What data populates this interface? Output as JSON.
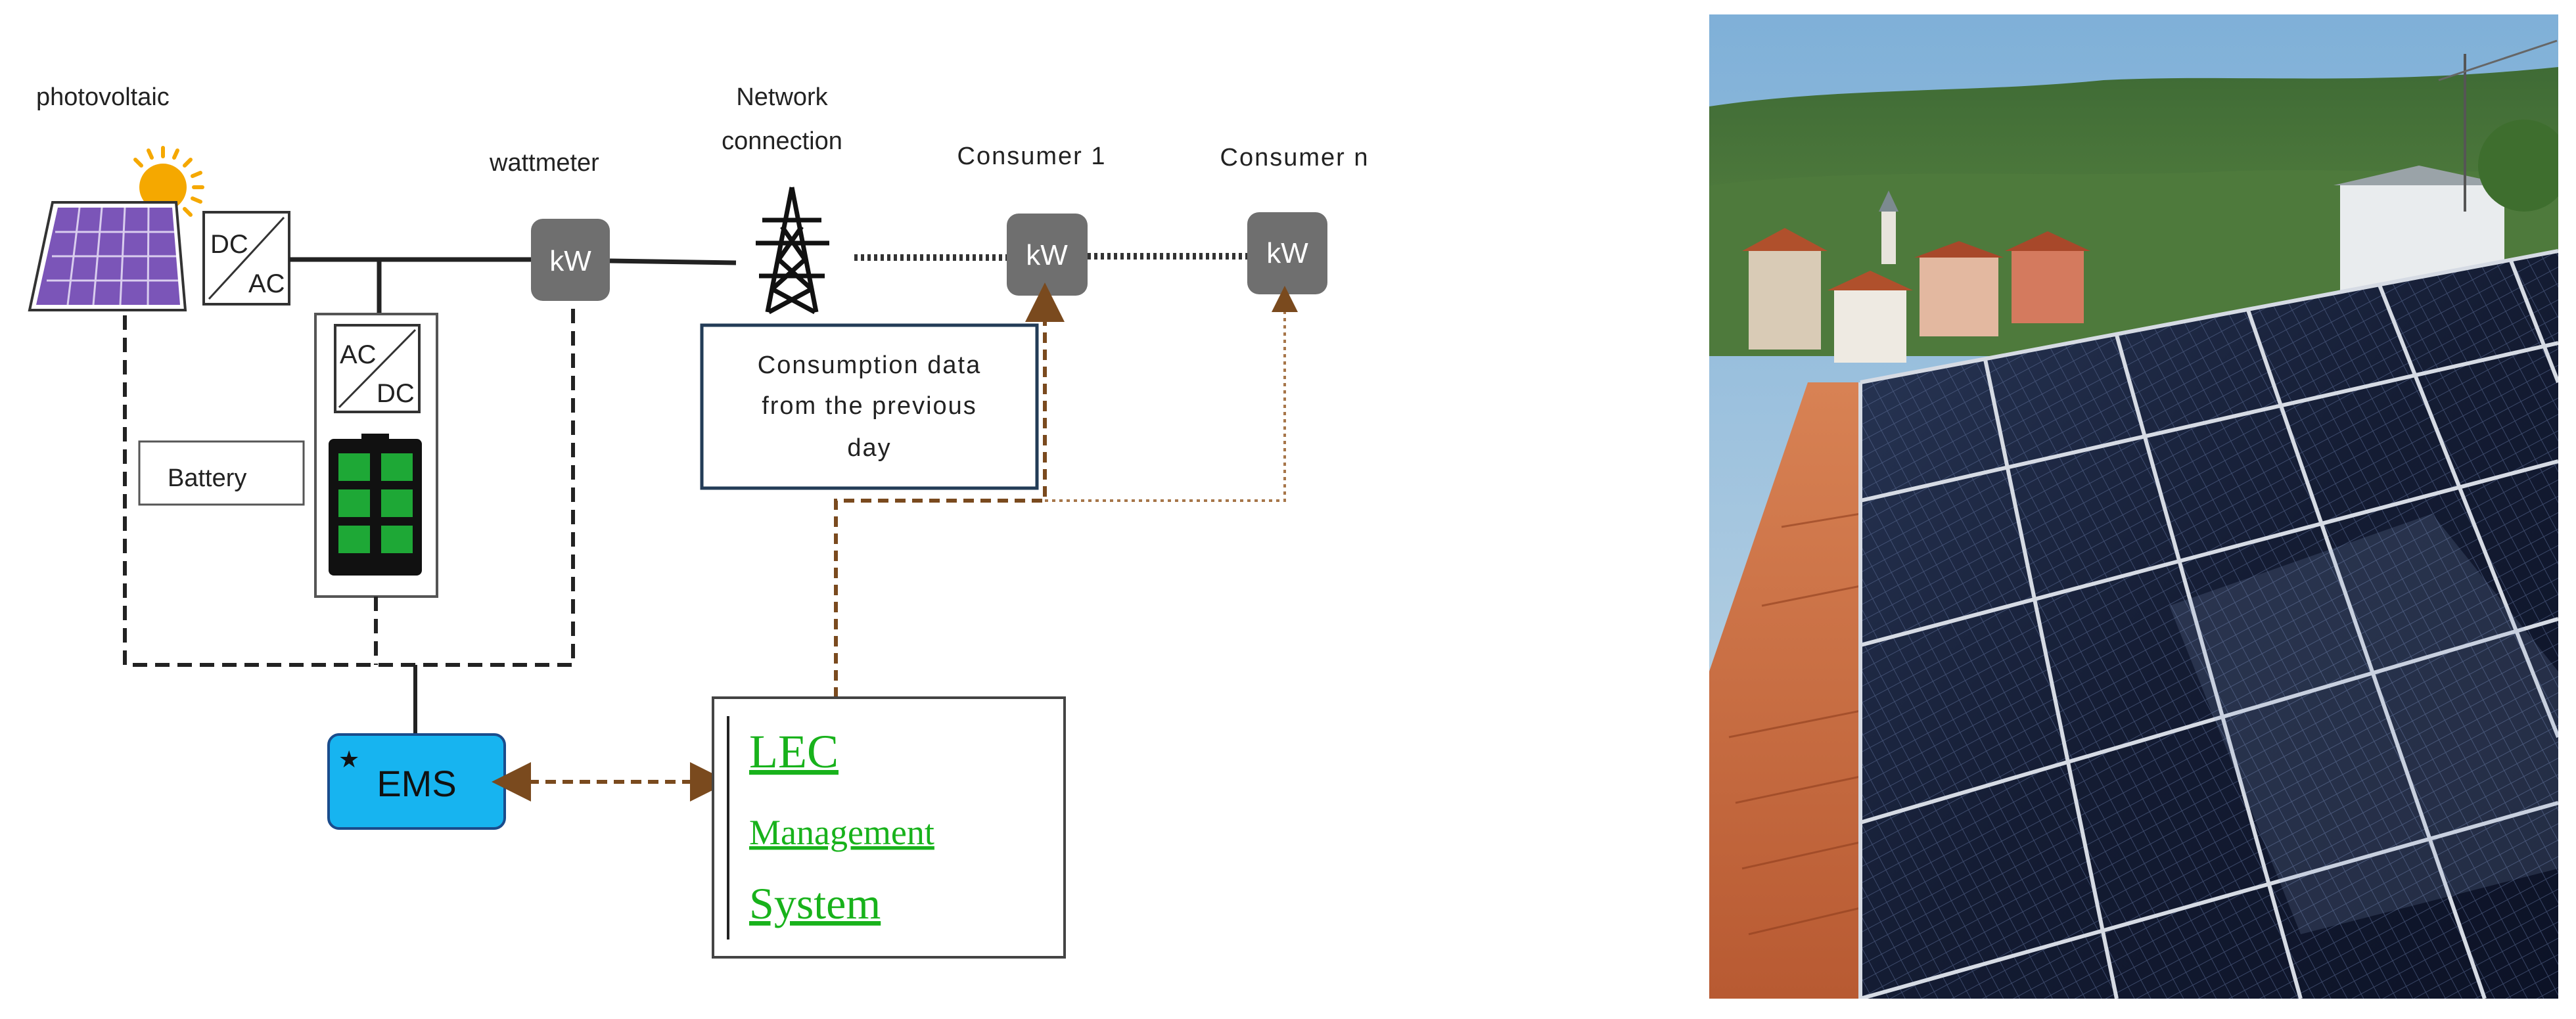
{
  "diagram": {
    "labels": {
      "photovoltaic": "photovoltaic",
      "wattmeter": "wattmeter",
      "network_1": "Network",
      "network_2": "connection",
      "consumer1": "Consumer 1",
      "consumern": "Consumer n",
      "battery": "Battery",
      "dc_top": "DC",
      "ac_bottom": "AC",
      "ac_top": "AC",
      "dc_bottom": "DC",
      "kw": "kW",
      "ems": "EMS",
      "ems_star": "★",
      "consumption_1": "Consumption  data",
      "consumption_2": "from the previous",
      "consumption_3": "day"
    },
    "lec": {
      "line1": "LEC",
      "line2": "Management",
      "line3": "System"
    },
    "colors": {
      "panel": "#7b55b8",
      "sun": "#f5a800",
      "meter": "#6f6f6f",
      "ems": "#17b4f0",
      "battery_cell": "#1ea836",
      "comm_line": "#7a4a1e",
      "lec_text": "#18b21b",
      "info_border": "#233c57"
    }
  },
  "photo": {
    "description_icon": "rooftop-solar-panels-photo"
  }
}
